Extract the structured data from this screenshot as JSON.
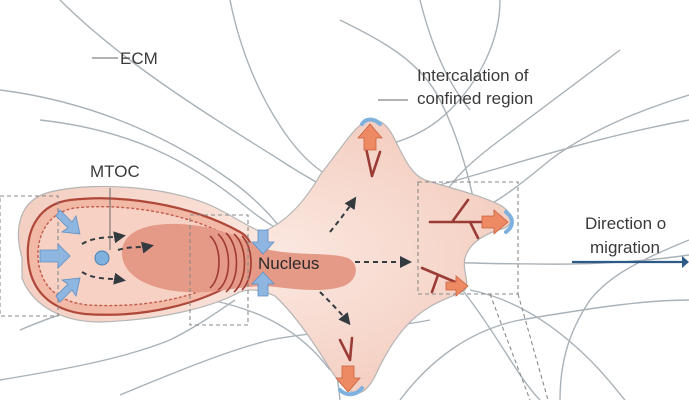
{
  "labels": {
    "ecm": "ECM",
    "intercalation_line1": "Intercalation of",
    "intercalation_line2": "confined region",
    "mtoc": "MTOC",
    "nucleus": "Nucleus",
    "direction_line1": "Direction o",
    "direction_line2": "migration"
  },
  "colors": {
    "cell_fill": "#f6d9cf",
    "cell_edge": "#b5b5b5",
    "rear_fill": "#f0b7a5",
    "rear_stroke": "#b0483a",
    "nucleus_fill": "#e59a87",
    "mtoc_fill": "#7fb1df",
    "arrow_blue": "#8eb6e0",
    "arrow_orange": "#ee8a63",
    "actin": "#9a3b35",
    "ecm_fiber": "#a9b2b8",
    "dashed_box": "#8a8a8a",
    "dark_arrow": "#333a40"
  }
}
